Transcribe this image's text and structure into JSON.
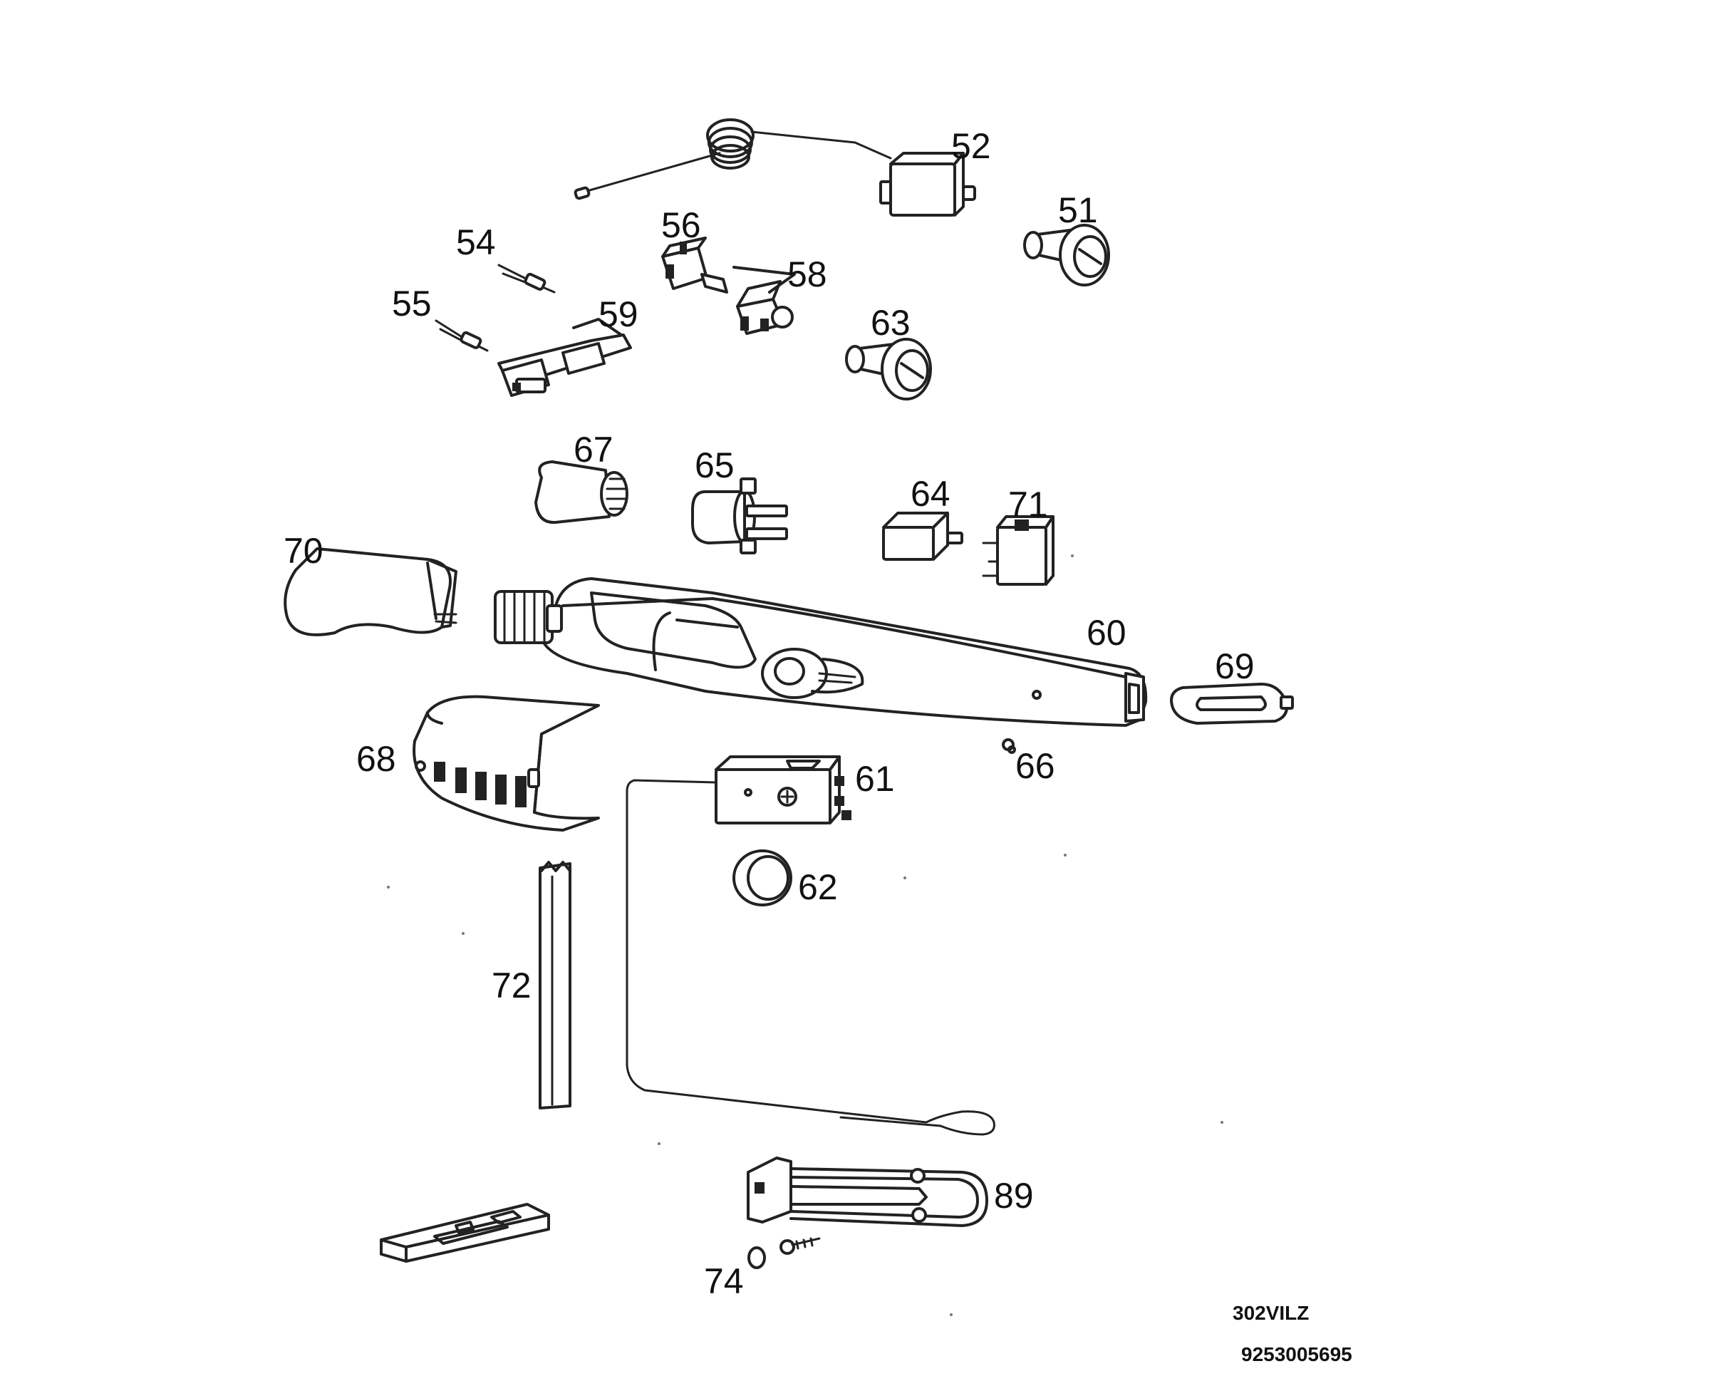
{
  "diagram": {
    "callouts": [
      "51",
      "52",
      "54",
      "55",
      "56",
      "58",
      "59",
      "60",
      "61",
      "62",
      "63",
      "64",
      "65",
      "66",
      "67",
      "68",
      "69",
      "70",
      "71",
      "72",
      "74",
      "89"
    ],
    "model_code": "302VILZ",
    "part_number": "9253005695"
  }
}
